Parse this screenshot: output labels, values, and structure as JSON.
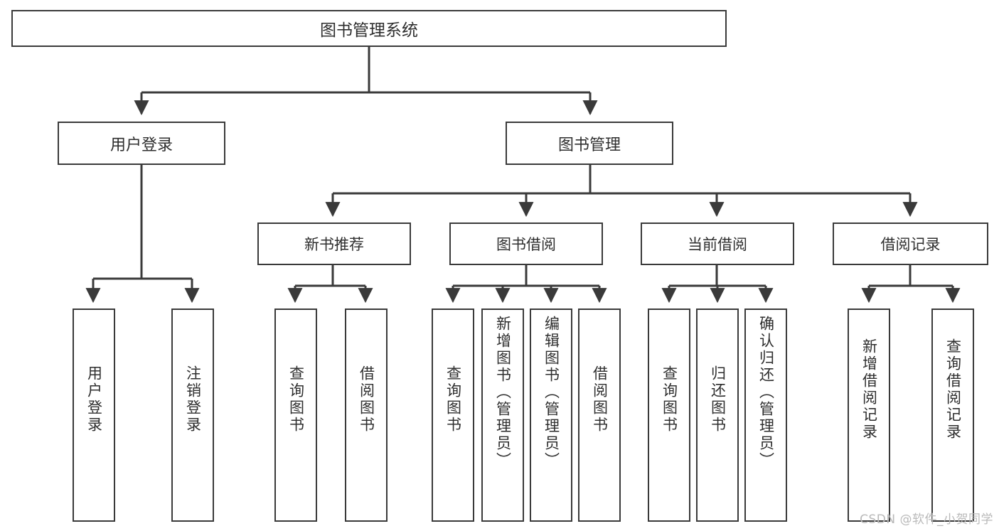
{
  "diagram": {
    "title": "图书管理系统",
    "type": "tree",
    "root": {
      "label": "图书管理系统"
    },
    "level2": [
      {
        "label": "用户登录"
      },
      {
        "label": "图书管理"
      }
    ],
    "level3": [
      {
        "label": "新书推荐"
      },
      {
        "label": "图书借阅"
      },
      {
        "label": "当前借阅"
      },
      {
        "label": "借阅记录"
      }
    ],
    "leaves": {
      "user_login": [
        {
          "label": "用户登录"
        },
        {
          "label": "注销登录"
        }
      ],
      "new_book_recommend": [
        {
          "label": "查询图书"
        },
        {
          "label": "借阅图书"
        }
      ],
      "book_borrow": [
        {
          "label": "查询图书"
        },
        {
          "label": "新增图书（管理员）"
        },
        {
          "label": "编辑图书（管理员）"
        },
        {
          "label": "借阅图书"
        }
      ],
      "current_borrow": [
        {
          "label": "查询图书"
        },
        {
          "label": "归还图书"
        },
        {
          "label": "确认归还（管理员）"
        }
      ],
      "borrow_record": [
        {
          "label": "新增借阅记录"
        },
        {
          "label": "查询借阅记录"
        }
      ]
    }
  },
  "watermark": {
    "text": "CSDN @软件_小贺同学"
  },
  "colors": {
    "border": "#3a3a3a",
    "text": "#2e2e2e",
    "background": "#ffffff",
    "watermark": "#b9b9b9"
  }
}
